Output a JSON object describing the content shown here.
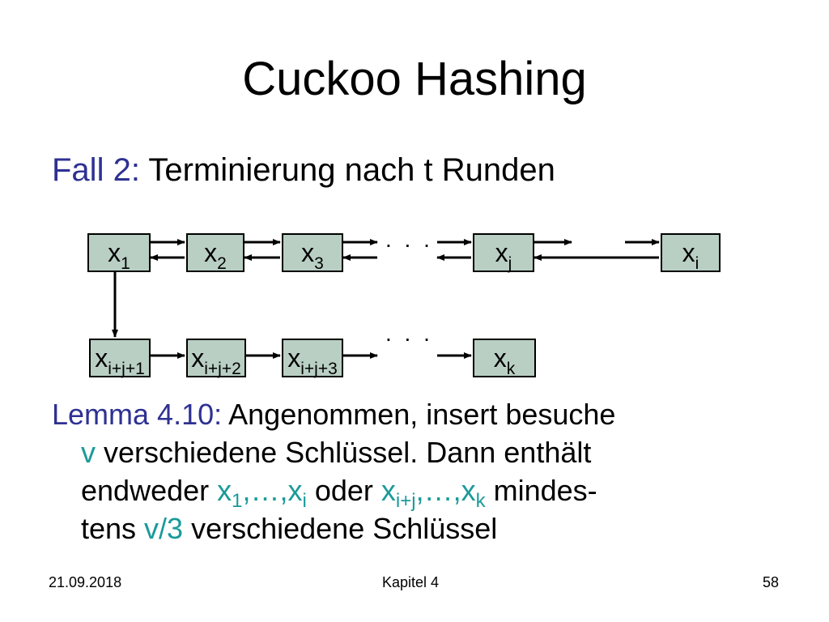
{
  "slide": {
    "title": "Cuckoo Hashing",
    "fall_label": "Fall 2:",
    "fall_text": " Terminierung nach t Runden"
  },
  "diagram": {
    "box_fill": "#b9cfc4",
    "row1": [
      {
        "base": "x",
        "sub": "1"
      },
      {
        "base": "x",
        "sub": "2"
      },
      {
        "base": "x",
        "sub": "3"
      },
      {
        "base": "x",
        "sub": "j"
      },
      {
        "base": "x",
        "sub": "i"
      }
    ],
    "row2": [
      {
        "base": "x",
        "sub": "i+j+1"
      },
      {
        "base": "x",
        "sub": "i+j+2"
      },
      {
        "base": "x",
        "sub": "i+j+3"
      },
      {
        "base": "x",
        "sub": "k"
      }
    ],
    "ellipsis": ". . ."
  },
  "lemma": {
    "label": "Lemma 4.10:",
    "l1": " Angenommen, insert besuche",
    "l2_v": "v",
    "l2_rest": " verschiedene Schlüssel. Dann enthält",
    "l3_pre": "endweder ",
    "x1_base": "x",
    "x1_sub": "1",
    "x1_mid": ",…,",
    "xi_base": "x",
    "xi_sub": "i",
    "l3_oder": " oder ",
    "xij_base": "x",
    "xij_sub": "i+j",
    "xk_mid": ",…,",
    "xk_base": "x",
    "xk_sub": "k",
    "l3_post": " mindes-",
    "l4_pre": "tens ",
    "l4_v3": "v/3",
    "l4_post": " verschiedene Schlüssel"
  },
  "footer": {
    "date": "21.09.2018",
    "chapter": "Kapitel 4",
    "page": "58"
  },
  "colors": {
    "label_blue": "#2e3192",
    "math_teal": "#1b9a9a"
  }
}
